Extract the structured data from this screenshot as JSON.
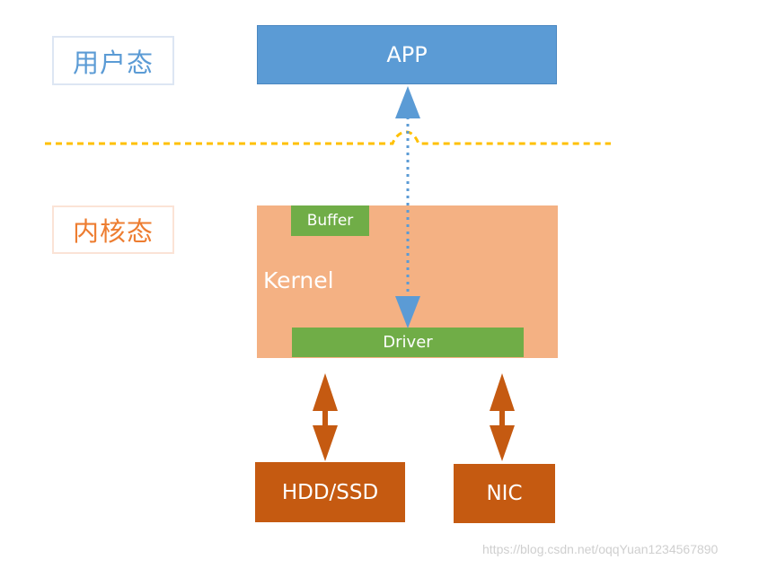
{
  "labels": {
    "user_mode": "用户态",
    "kernel_mode": "内核态"
  },
  "boxes": {
    "app": "APP",
    "kernel": "Kernel",
    "buffer": "Buffer",
    "driver": "Driver",
    "hdd": "HDD/SSD",
    "nic": "NIC"
  },
  "watermark": "https://blog.csdn.net/oqqYuan1234567890",
  "colors": {
    "user_blue": "#5b9bd5",
    "kernel_orange": "#f4b183",
    "green": "#70ad47",
    "device_brown": "#c55a11",
    "boundary_yellow": "#ffc000"
  }
}
